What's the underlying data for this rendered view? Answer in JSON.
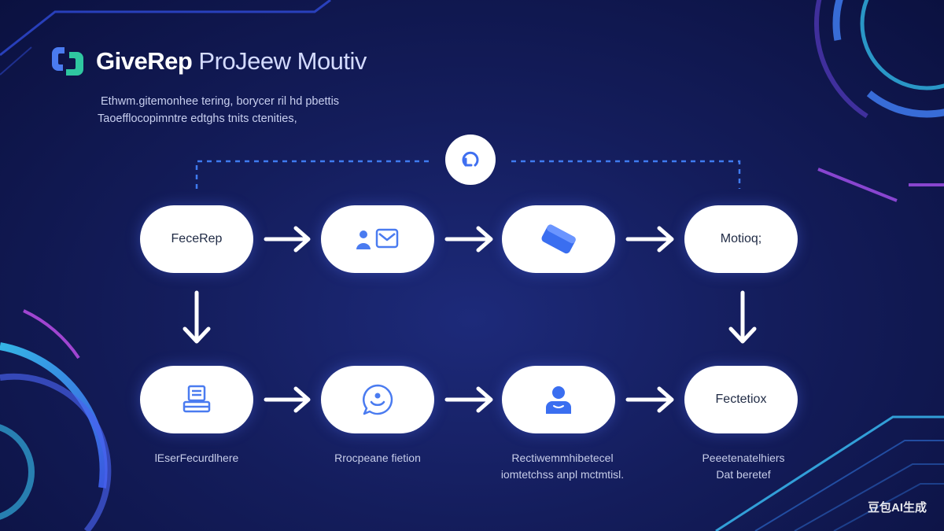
{
  "brand": {
    "title_bold": "GiveRep",
    "title_rest": " ProJeew Moutiv",
    "subtitle_line1": "Ethwm.gitemonhee tering, borycer ril hd pbettis",
    "subtitle_line2": "Taoefflocopimntre edtghs tnits ctenities,"
  },
  "flow": {
    "top_row": [
      {
        "label": "FeceRep"
      },
      {
        "icon": "user-envelope-icon"
      },
      {
        "icon": "ticket-icon"
      },
      {
        "label": "Motioq;"
      }
    ],
    "bottom_row": [
      {
        "icon": "document-stack-icon",
        "caption": "lEserFecurdlhere"
      },
      {
        "icon": "chat-bubble-icon",
        "caption": "Rrocpeane fietion"
      },
      {
        "icon": "person-icon",
        "caption": "Rectiwemmhibetecel\niomtetchss anpl mctmtisl."
      },
      {
        "label": "Fectetiox",
        "caption": "Peeetenatelhiers\nDat beretef"
      }
    ],
    "top_connector_icon": "refresh-loop-icon"
  },
  "colors": {
    "accent_blue": "#4a7bf0",
    "accent_purple": "#b04adf",
    "accent_cyan": "#3fb7f0",
    "brand_green": "#2fc7a0"
  },
  "watermark": "豆包AI生成"
}
